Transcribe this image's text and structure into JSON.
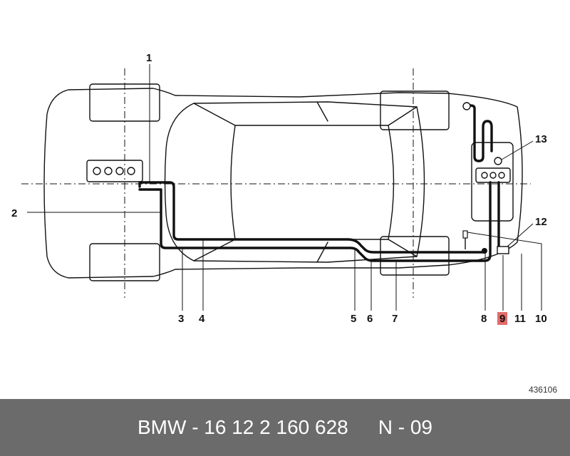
{
  "callouts": [
    "1",
    "2",
    "3",
    "4",
    "5",
    "6",
    "7",
    "8",
    "9",
    "10",
    "11",
    "12",
    "13"
  ],
  "highlighted_callout": "9",
  "catalog_number": "436106",
  "footer": {
    "part_number": "BMW - 16 12 2 160 628",
    "diagram_code": "N - 09"
  },
  "colors": {
    "highlight": "#e36b6b",
    "footer_bg": "#6b6b6b",
    "line": "#111111"
  }
}
